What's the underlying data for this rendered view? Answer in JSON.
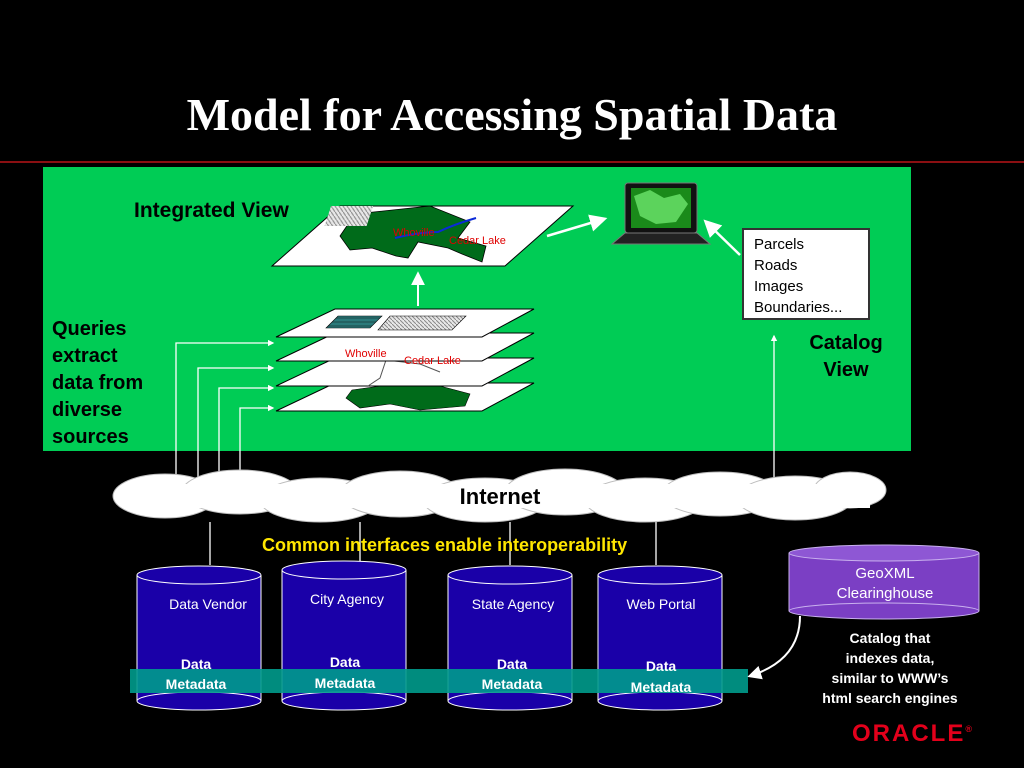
{
  "title": "Model for Accessing Spatial Data",
  "panel": {
    "integrated_view": "Integrated View",
    "queries_lines": [
      "Queries",
      "extract",
      "data from",
      "diverse",
      "sources"
    ],
    "catalog_view_lines": [
      "Catalog",
      "View"
    ],
    "catalog_list": [
      "Parcels",
      "Roads",
      "Images",
      "Boundaries..."
    ],
    "map_labels": {
      "top_cedar": "Cedar Lake",
      "top_whoville": "Whoville",
      "layer_whoville": "Whoville",
      "layer_cedar": "Cedar Lake"
    }
  },
  "internet": "Internet",
  "common_interfaces": "Common interfaces enable interoperability",
  "sources": [
    {
      "name": "Data Vendor",
      "data": "Data",
      "metadata": "Metadata"
    },
    {
      "name": "City Agency",
      "data": "Data",
      "metadata": "Metadata"
    },
    {
      "name": "State Agency",
      "data": "Data",
      "metadata": "Metadata"
    },
    {
      "name": "Web Portal",
      "data": "Data",
      "metadata": "Metadata"
    }
  ],
  "clearinghouse": {
    "line1": "GeoXML",
    "line2": "Clearinghouse"
  },
  "catalog_desc": [
    "Catalog that",
    "indexes data,",
    "similar to WWW’s",
    "html search engines"
  ],
  "logo": "ORACLE",
  "colors": {
    "panel": "#00cc55",
    "cylinder": "#1a00a8",
    "clearinghouse": "#7b3fc4",
    "band": "#009b8c",
    "title_rule": "#8b0f12",
    "map_land": "#006b1a",
    "highlight": "#ffe600"
  }
}
